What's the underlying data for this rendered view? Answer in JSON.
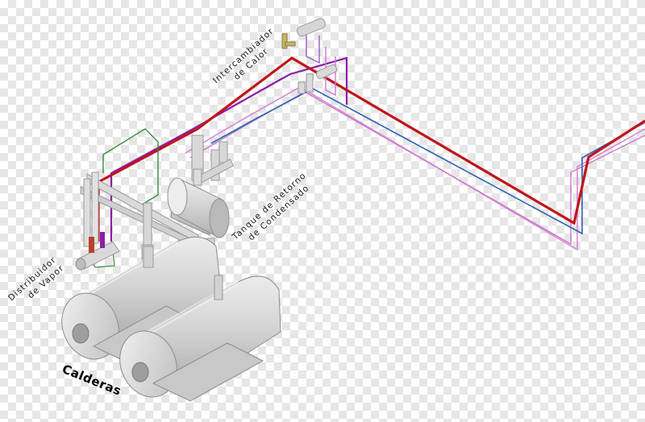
{
  "colors": {
    "steam": "#c0141c",
    "water": "#1f5fb0",
    "condensate": "#8a1fa8",
    "return": "#cc55cc",
    "green": "#3a8a3a",
    "equipment": "#cfcfcf",
    "equipment_dark": "#a5a5a5",
    "equipment_light": "#e8e8e8"
  },
  "labels": {
    "heat_exchanger": [
      "Intercambiador",
      "de Calor"
    ],
    "condensate_tank": [
      "Tanque de Retorno",
      "de Condensado"
    ],
    "steam_distributor": [
      "Distribuidor",
      "de Vapor"
    ],
    "boilers": "Calderas"
  }
}
